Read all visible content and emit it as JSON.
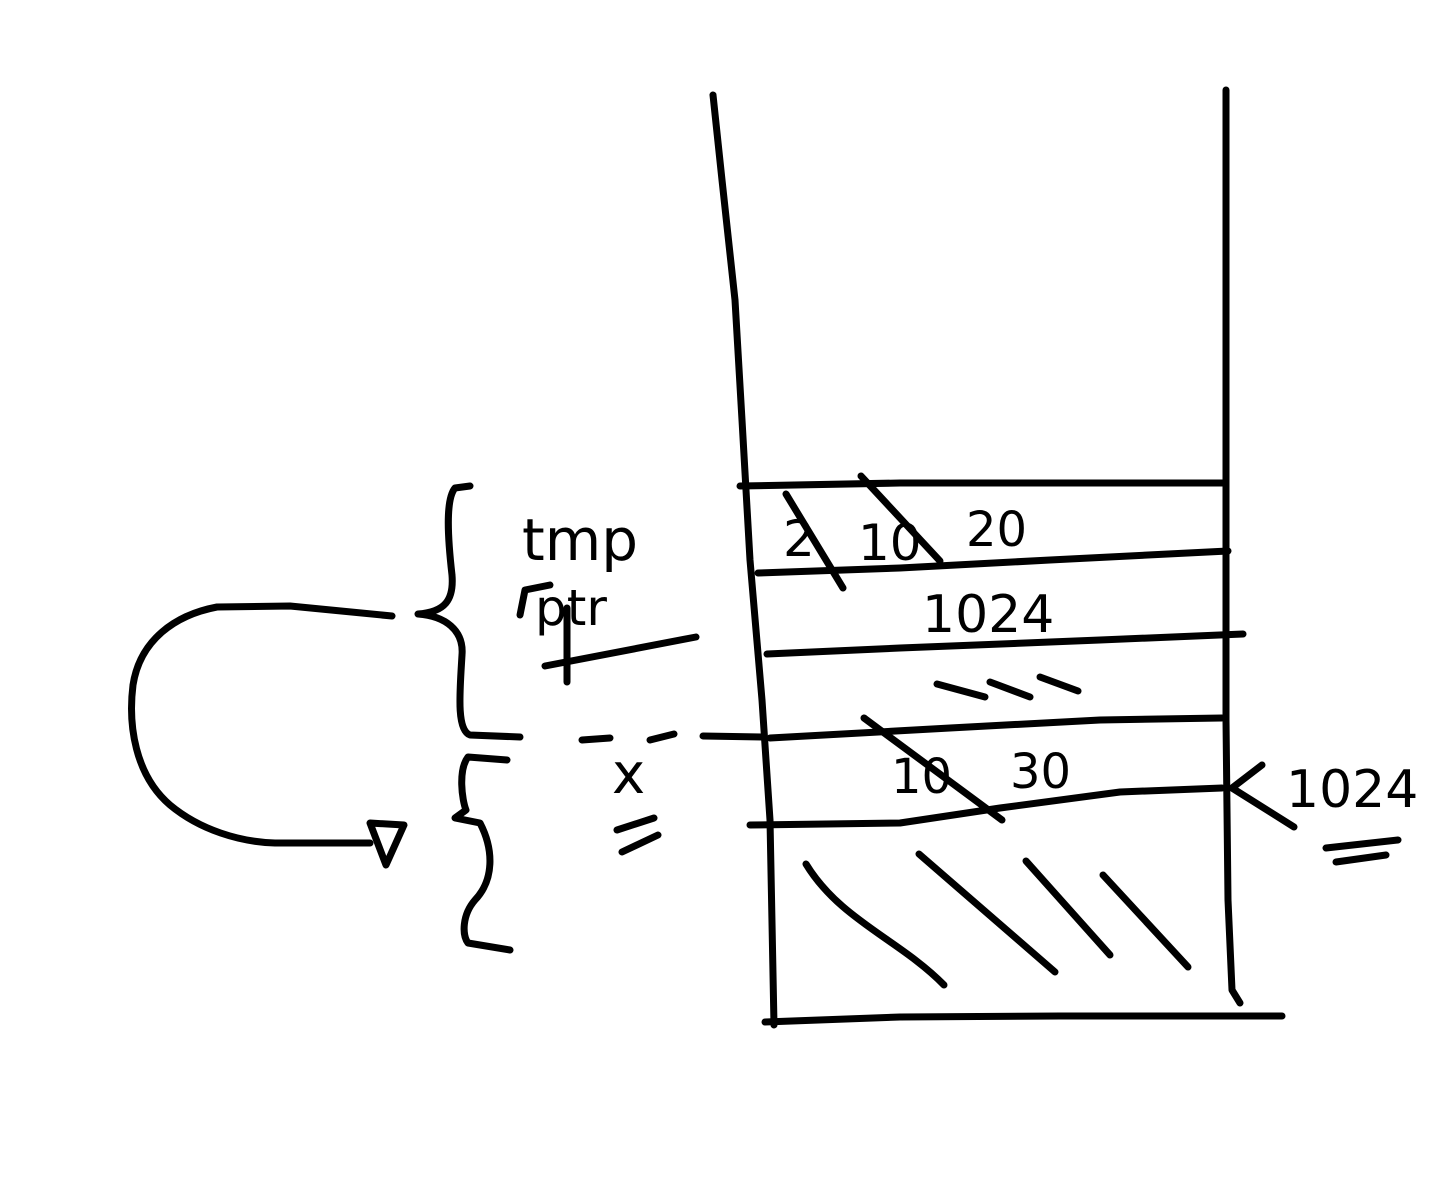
{
  "diagram": {
    "stack_cells": [
      {
        "value": "2 10 20",
        "struck": [
          "2",
          "10"
        ],
        "current": "20"
      },
      {
        "value": "1024"
      },
      {
        "value": "---",
        "meaning": "unused"
      },
      {
        "value": "10 30",
        "struck": [
          "10"
        ],
        "current": "30"
      },
      {
        "value": "",
        "hatched": true
      }
    ],
    "labels": {
      "tmp": "tmp",
      "ptr": "ptr",
      "x": "x",
      "address": "1024"
    },
    "colors": {
      "ink": "#000000",
      "background": "#ffffff"
    }
  }
}
